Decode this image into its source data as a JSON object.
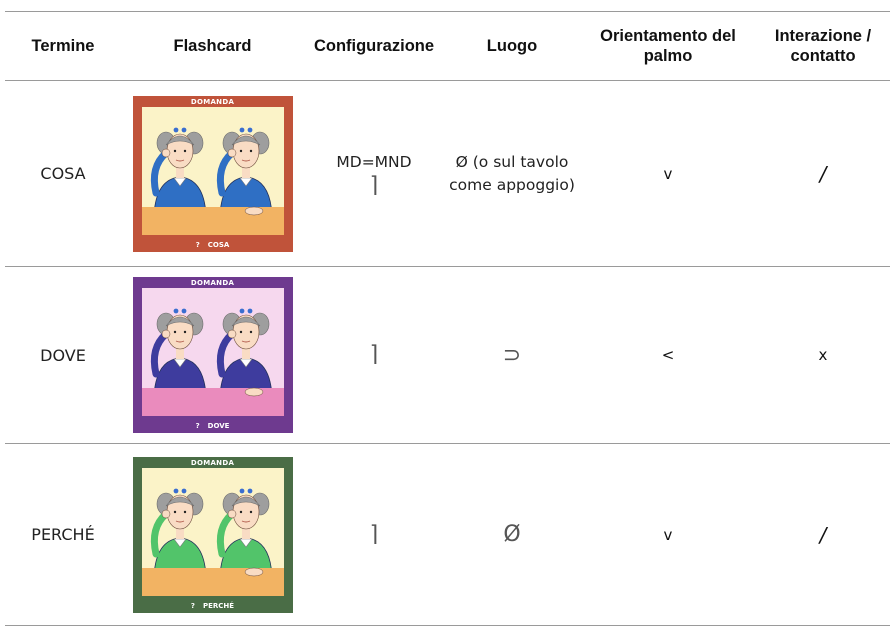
{
  "table": {
    "headers": [
      "Termine",
      "Flashcard",
      "Configurazione",
      "Luogo",
      "Orientamento del palmo",
      "Interazione / contatto"
    ],
    "rows": [
      {
        "term": "COSA",
        "card": {
          "title": "DOMANDA",
          "qmark": "?",
          "label": "COSA",
          "frame_color": "#c0533a",
          "bg_color": "#fbf3c8",
          "desk_color": "#f2b363",
          "shirt_color": "#2f6fc4"
        },
        "config_text": "MD=MND",
        "config_glyph": "⌉",
        "luogo": "Ø (o sul tavolo come appoggio)",
        "orientamento": "v",
        "interazione": "/"
      },
      {
        "term": "DOVE",
        "card": {
          "title": "DOMANDA",
          "qmark": "?",
          "label": "DOVE",
          "frame_color": "#6e3a8f",
          "bg_color": "#f6d8ee",
          "desk_color": "#ea8bbd",
          "shirt_color": "#3e3c9e"
        },
        "config_text": "",
        "config_glyph": "⌉",
        "luogo": "⊃",
        "orientamento": "<",
        "interazione": "x"
      },
      {
        "term": "PERCHÉ",
        "card": {
          "title": "DOMANDA",
          "qmark": "?",
          "label": "PERCHÉ",
          "frame_color": "#4a6d46",
          "bg_color": "#fbf3c8",
          "desk_color": "#f2b363",
          "shirt_color": "#52c46a"
        },
        "config_text": "",
        "config_glyph": "⌉",
        "luogo": "Ø",
        "orientamento": "v",
        "interazione": "/"
      }
    ]
  }
}
